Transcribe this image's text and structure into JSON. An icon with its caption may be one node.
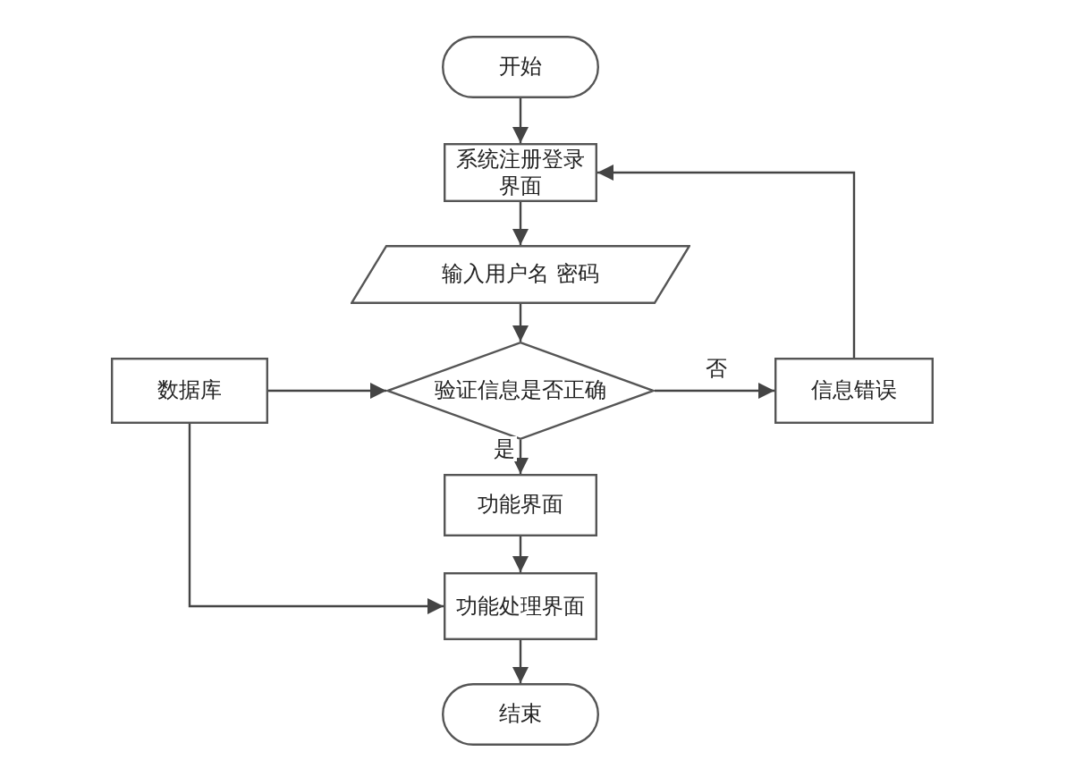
{
  "diagram": {
    "nodes": [
      {
        "text": [
          "开始"
        ]
      },
      {
        "text": [
          "系统注册登录界面"
        ]
      },
      {
        "text": [
          "输入用户名 密码"
        ]
      },
      {
        "text": [
          "验证信息是否正确"
        ]
      },
      {
        "text": [
          "数据库"
        ]
      },
      {
        "text": [
          "信息错误"
        ]
      },
      {
        "text": [
          "功能界面"
        ]
      },
      {
        "text": [
          "功能处理界面"
        ]
      },
      {
        "text": [
          "结束"
        ]
      }
    ],
    "edges": [
      {
        "from": 0,
        "to": 1,
        "arrow": "to"
      },
      {
        "from": 1,
        "to": 2,
        "arrow": "to"
      },
      {
        "from": 2,
        "to": 3,
        "arrow": "to"
      },
      {
        "from": 3,
        "to": 5,
        "arrow": "to",
        "label": "否"
      },
      {
        "from": 5,
        "to": 1,
        "arrow": "to"
      },
      {
        "from": 3,
        "to": 6,
        "arrow": "to",
        "label": "是"
      },
      {
        "from": 4,
        "to": 3,
        "arrow": "to"
      },
      {
        "from": 4,
        "to": 7,
        "arrow": "to"
      },
      {
        "from": 6,
        "to": 7,
        "arrow": "to"
      },
      {
        "from": 7,
        "to": 8,
        "arrow": "to"
      }
    ]
  }
}
